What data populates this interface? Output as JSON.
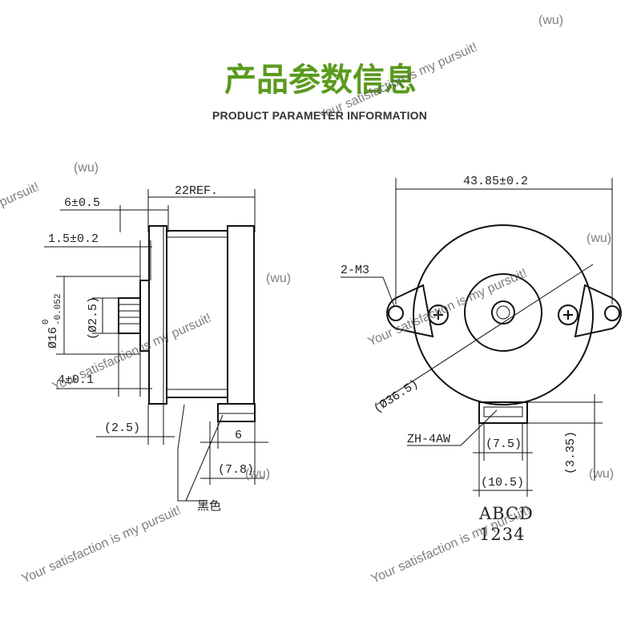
{
  "header": {
    "title_cn": "产品参数信息",
    "title_en": "PRODUCT PARAMETER INFORMATION",
    "title_color": "#5a9a1e"
  },
  "side_view": {
    "dim_length_ref": "22REF.",
    "dim_flange_thickness": "6±0.5",
    "dim_boss_height": "1.5±0.2",
    "dim_boss_diameter": "Ø16",
    "dim_boss_tol_upper": "0",
    "dim_boss_tol_lower": "-0.052",
    "dim_shaft_diameter": "(Ø2.5)",
    "dim_shaft_length": "4±0.1",
    "dim_gap": "(2.5)",
    "dim_connector_width": "6",
    "dim_connector_depth": "(7.8)",
    "wire_color_label": "黑色"
  },
  "front_view": {
    "dim_hole_span": "43.85±0.2",
    "dim_mount_holes": "2-M3",
    "dim_body_diameter": "(Ø36.5)",
    "connector_model": "ZH-4AW",
    "dim_connector_inner": "(7.5)",
    "dim_connector_outer": "(10.5)",
    "dim_connector_height": "(3.35)",
    "pin_letters": "ABCD",
    "pin_numbers": "1234"
  },
  "watermark": {
    "text_long": "Your satisfaction is my pursuit!",
    "text_short": "pursuit!",
    "tag": "(wu)"
  }
}
